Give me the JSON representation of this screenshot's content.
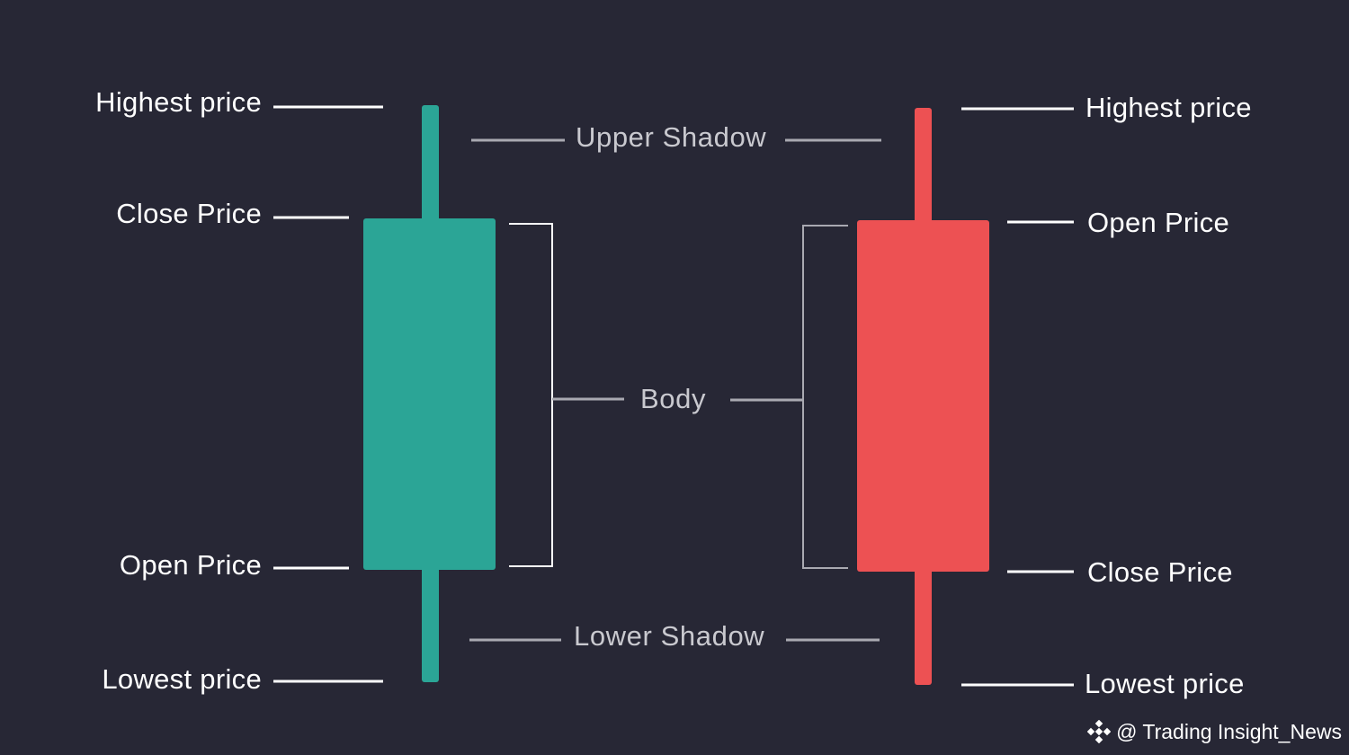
{
  "colors": {
    "background": "#272735",
    "bullish": "#2ba596",
    "bearish": "#ed5153",
    "label_white": "#ffffff",
    "label_grey": "#c9c9cf",
    "bracket_grey": "#a9a9b1"
  },
  "left_candle": {
    "type": "bullish",
    "labels": {
      "high": "Highest price",
      "close": "Close Price",
      "open": "Open Price",
      "low": "Lowest price"
    }
  },
  "right_candle": {
    "type": "bearish",
    "labels": {
      "high": "Highest price",
      "open": "Open Price",
      "close": "Close Price",
      "low": "Lowest price"
    }
  },
  "middle": {
    "upper_shadow": "Upper Shadow",
    "body": "Body",
    "lower_shadow": "Lower Shadow"
  },
  "watermark": {
    "icon": "diamond-logo-icon",
    "text": "@ Trading Insight_News"
  }
}
